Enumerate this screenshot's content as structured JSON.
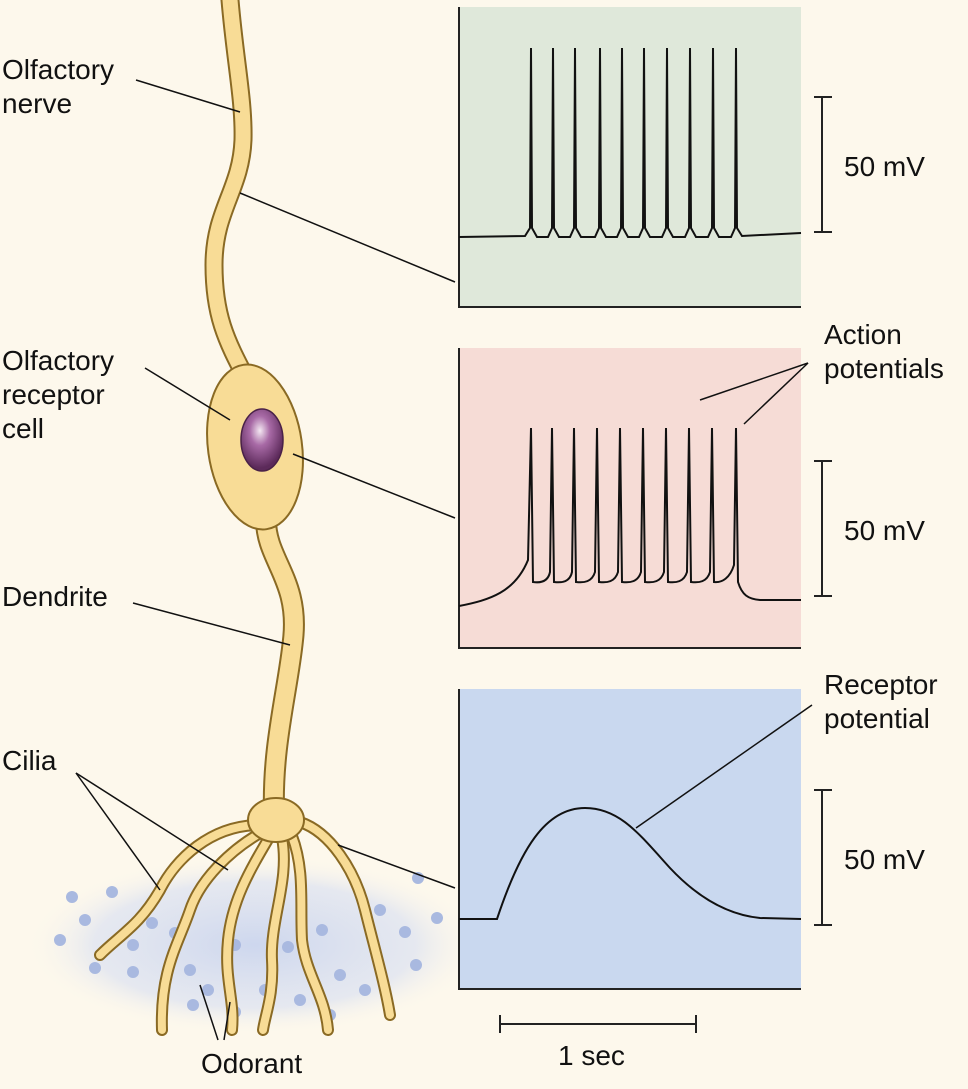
{
  "labels": {
    "olfactory_nerve": [
      "Olfactory",
      "nerve"
    ],
    "olfactory_receptor_cell": [
      "Olfactory",
      "receptor",
      "cell"
    ],
    "dendrite": "Dendrite",
    "cilia": "Cilia",
    "odorant": "Odorant",
    "action_potentials": [
      "Action",
      "potentials"
    ],
    "receptor_potential": [
      "Receptor",
      "potential"
    ]
  },
  "scale_bars": {
    "panel_top": "50 mV",
    "panel_middle": "50 mV",
    "panel_bottom": "50 mV",
    "time": "1 sec"
  },
  "colors": {
    "background": "#fdf8ec",
    "neuron_fill": "#f8dc96",
    "neuron_outline": "#8a6a24",
    "nucleus": "#7a3f78",
    "panel_top_bg": "#dfe8da",
    "panel_middle_bg": "#f6dcd6",
    "panel_bottom_bg": "#c9d8ef",
    "odorant_dots": "#a9b9e0",
    "trace": "#111111"
  }
}
